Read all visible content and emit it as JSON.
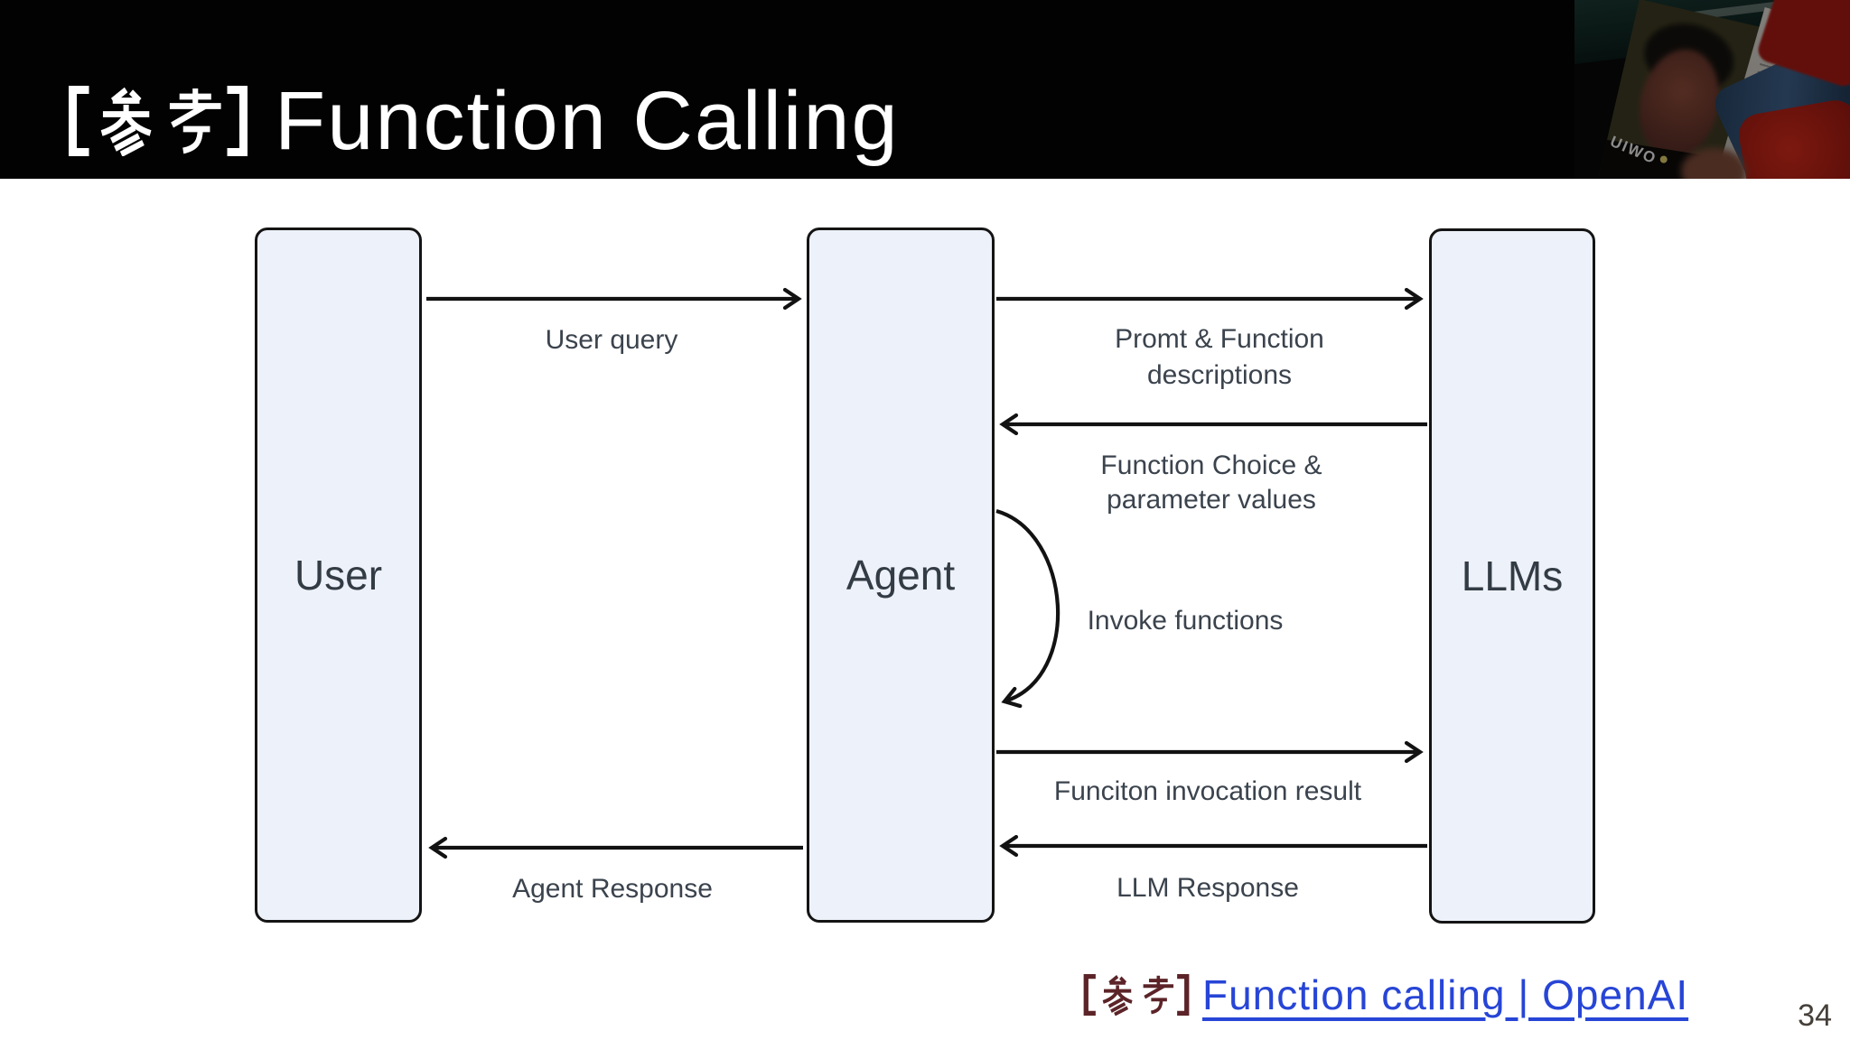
{
  "header": {
    "title_prefix": "【参考】",
    "title": "Function Calling"
  },
  "webcam": {
    "magazine_text": "UIWO"
  },
  "diagram": {
    "nodes": {
      "user": "User",
      "agent": "Agent",
      "llms": "LLMs"
    },
    "edge_labels": {
      "user_query": "User query",
      "prompt_functions_line1": "Promt & Function",
      "prompt_functions_line2": "descriptions",
      "function_choice_line1": "Function Choice &",
      "function_choice_line2": "parameter values",
      "invoke_functions": "Invoke functions",
      "invocation_result": "Funciton invocation result",
      "llm_response": "LLM Response",
      "agent_response": "Agent Response"
    },
    "edges": [
      {
        "from": "User",
        "to": "Agent",
        "label": "User query"
      },
      {
        "from": "Agent",
        "to": "LLMs",
        "label": "Promt & Function descriptions"
      },
      {
        "from": "LLMs",
        "to": "Agent",
        "label": "Function Choice & parameter values"
      },
      {
        "from": "Agent",
        "to": "Agent",
        "label": "Invoke functions"
      },
      {
        "from": "Agent",
        "to": "LLMs",
        "label": "Funciton invocation result"
      },
      {
        "from": "LLMs",
        "to": "Agent",
        "label": "LLM Response"
      },
      {
        "from": "Agent",
        "to": "User",
        "label": "Agent Response"
      }
    ]
  },
  "footer": {
    "reference_prefix": "【参考】",
    "link_text": "Function calling | OpenAI",
    "page_number": "34"
  },
  "colors": {
    "header_bg": "#020202",
    "title_text": "#ffffff",
    "node_fill": "#edf1f9",
    "node_border": "#141414",
    "node_text": "#333b44",
    "arrow": "#121212",
    "edge_label_text": "#3b434d",
    "reference_prefix": "#5c2428",
    "link": "#2745d6",
    "page_number": "#46403a"
  }
}
